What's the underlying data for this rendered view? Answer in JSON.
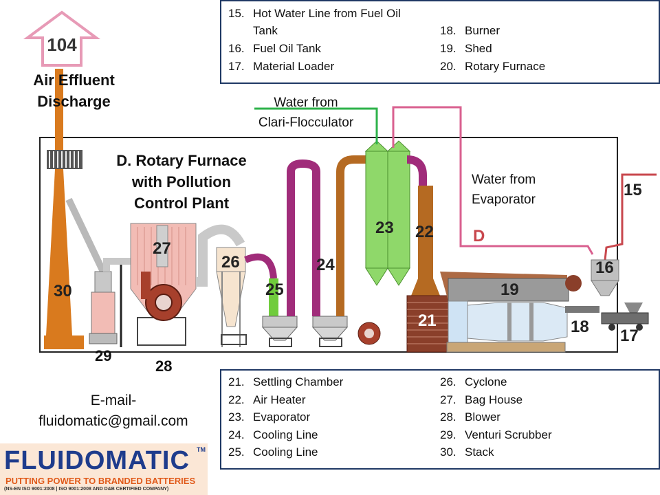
{
  "legend_top": [
    {
      "num": "15.",
      "label": "Hot Water Line from Fuel Oil",
      "cont": "Tank"
    },
    {
      "num": "16.",
      "label": "Fuel Oil Tank"
    },
    {
      "num": "17.",
      "label": "Material Loader"
    },
    {
      "num": "18.",
      "label": "Burner"
    },
    {
      "num": "19.",
      "label": "Shed"
    },
    {
      "num": "20.",
      "label": "Rotary Furnace"
    }
  ],
  "legend_bottom": [
    {
      "num": "21.",
      "label": "Settling Chamber"
    },
    {
      "num": "22.",
      "label": "Air Heater"
    },
    {
      "num": "23.",
      "label": "Evaporator"
    },
    {
      "num": "24.",
      "label": "Cooling Line"
    },
    {
      "num": "25.",
      "label": "Cooling Line"
    },
    {
      "num": "26.",
      "label": "Cyclone"
    },
    {
      "num": "27.",
      "label": "Bag House"
    },
    {
      "num": "28.",
      "label": "Blower"
    },
    {
      "num": "29.",
      "label": "Venturi Scrubber"
    },
    {
      "num": "30.",
      "label": "Stack"
    }
  ],
  "arrow_number": "104",
  "air_effluent": [
    "Air Effluent",
    "Discharge"
  ],
  "title": [
    "D.  Rotary Furnace",
    "with Pollution",
    "Control Plant"
  ],
  "water_clari": [
    "Water from",
    "Clari-Flocculator"
  ],
  "water_evap": [
    "Water from",
    "Evaporator"
  ],
  "line_label_d": "D",
  "equipment_numbers": {
    "n15": "15",
    "n16": "16",
    "n17": "17",
    "n18": "18",
    "n19": "19",
    "n21": "21",
    "n22": "22",
    "n23": "23",
    "n24": "24",
    "n25": "25",
    "n26": "26",
    "n27": "27",
    "n28": "28",
    "n29": "29",
    "n30": "30"
  },
  "email": [
    "E-mail-",
    "fluidomatic@gmail.com"
  ],
  "logo": {
    "brand": "FLUIDOMATIC",
    "tm": "TM",
    "tagline": "PUTTING POWER TO BRANDED BATTERIES",
    "certs": "(NS-EN ISO 9001:2008 | ISO 9001:2008 AND D&B CERTIFIED COMPANY)"
  },
  "colors": {
    "frame": "#1f3864",
    "stack": "#d97a1e",
    "evaporator": "#8fd86a",
    "cooling_pipe": "#a02c7a",
    "hot_water_line": "#d9608f",
    "clari_line": "#2db24a",
    "brick": "#8a3f2a",
    "bag_house": "#f2bcb5",
    "logo_blue": "#1e3c8c",
    "logo_orange": "#e05a1a"
  }
}
